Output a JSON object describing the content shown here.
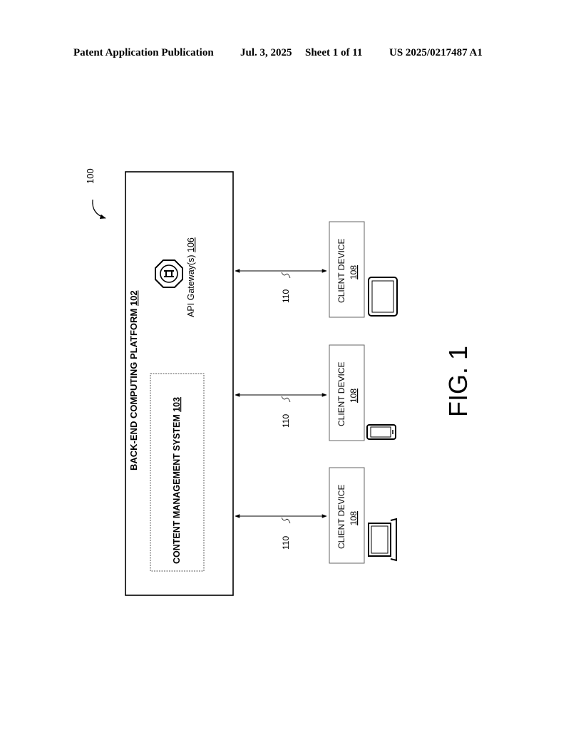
{
  "header": {
    "publication": "Patent Application Publication",
    "date": "Jul. 3, 2025",
    "sheet": "Sheet 1 of 11",
    "pub_number": "US 2025/0217487 A1"
  },
  "figure": {
    "ref_system": "100",
    "platform_label": "BACK-END COMPUTING PLATFORM",
    "platform_ref": "102",
    "cms_label": "CONTENT MANAGEMENT SYSTEM",
    "cms_ref": "103",
    "gateway_label": "API Gateway(s)",
    "gateway_ref": "106",
    "gateway_icon": "api-gateway-octagon-icon",
    "client_label": "CLIENT DEVICE",
    "client_ref": "108",
    "connection_ref": "110",
    "devices": [
      {
        "icon": "tablet-icon"
      },
      {
        "icon": "smartphone-icon"
      },
      {
        "icon": "laptop-icon"
      }
    ],
    "caption": "FIG. 1"
  }
}
